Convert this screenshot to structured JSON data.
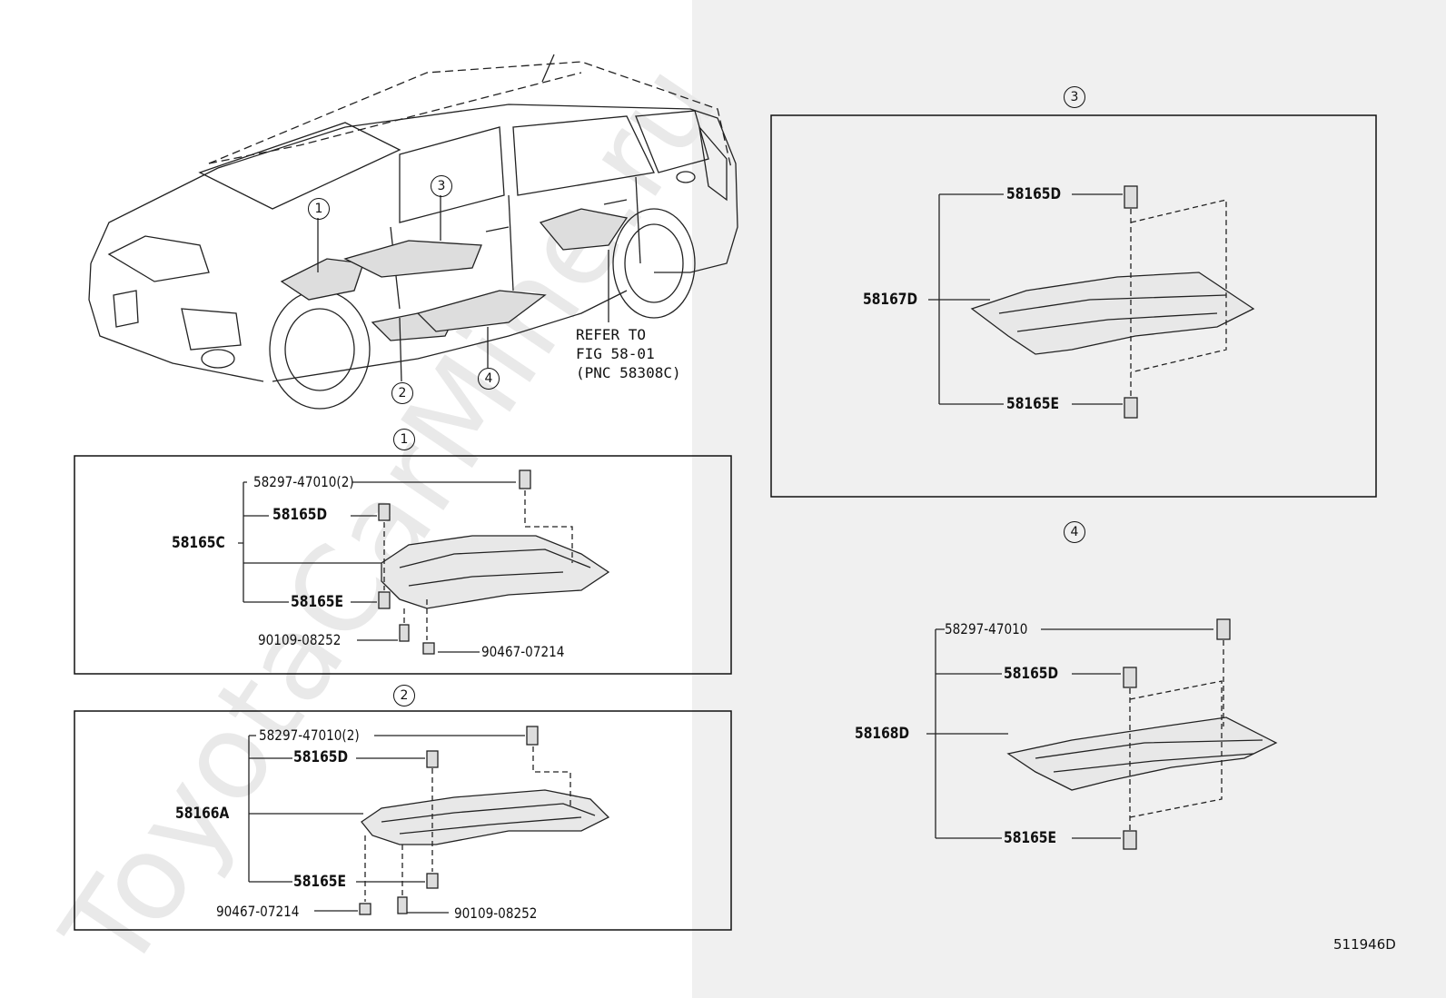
{
  "watermark": "ToyotaCarMine.ru",
  "doc_code": "511946D",
  "refer": {
    "line1": "REFER TO",
    "line2": "FIG 58-01",
    "line3": "(PNC 58308C)"
  },
  "callouts": {
    "c1": "1",
    "c2": "2",
    "c3": "3",
    "c4": "4"
  },
  "section1": {
    "label": "1",
    "p_clip": "58297-47010(2)",
    "p_d": "58165D",
    "p_main": "58165C",
    "p_e": "58165E",
    "p_bolt": "90109-08252",
    "p_screw": "90467-07214"
  },
  "section2": {
    "label": "2",
    "p_clip": "58297-47010(2)",
    "p_d": "58165D",
    "p_main": "58166A",
    "p_e": "58165E",
    "p_screw": "90467-07214",
    "p_bolt": "90109-08252"
  },
  "section3": {
    "label": "3",
    "p_d": "58165D",
    "p_main": "58167D",
    "p_e": "58165E"
  },
  "section4": {
    "label": "4",
    "p_clip": "58297-47010",
    "p_d": "58165D",
    "p_main": "58168D",
    "p_e": "58165E"
  }
}
